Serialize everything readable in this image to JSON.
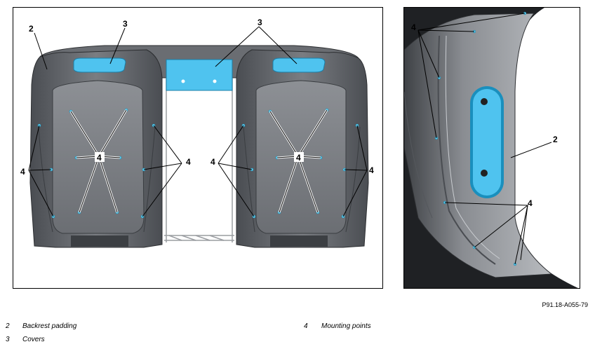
{
  "figure_code": "P91.18-A055-79",
  "callouts": {
    "backrest_padding": "2",
    "covers": "3",
    "mounting_points": "4"
  },
  "legend": [
    {
      "num": "2",
      "label": "Backrest padding"
    },
    {
      "num": "3",
      "label": "Covers"
    },
    {
      "num": "4",
      "label": "Mounting points"
    }
  ],
  "colors": {
    "padding": "#5e6166",
    "padding_light": "#8c8f94",
    "cover": "#4fc3ef",
    "frame": "#b9bcc0"
  }
}
